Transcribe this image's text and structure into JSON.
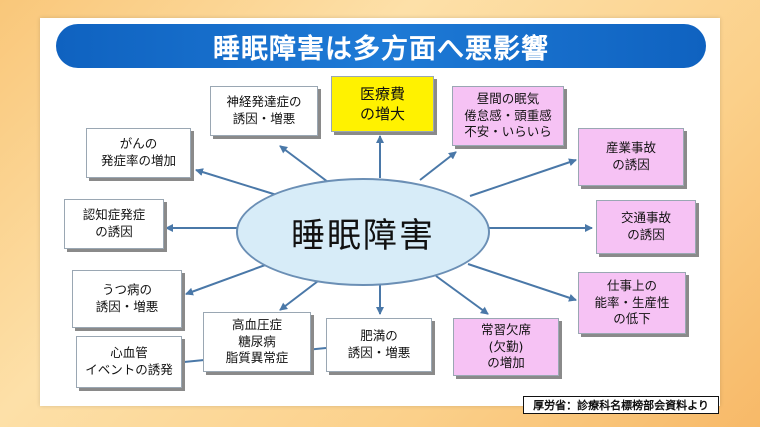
{
  "title": "睡眠障害は多方面へ悪影響",
  "center_label": "睡眠障害",
  "effects": {
    "medical_cost": "医療費\nの増大",
    "neuro": "神経発達症の\n誘因・増悪",
    "cancer": "がんの\n発症率の増加",
    "dementia": "認知症発症\nの誘因",
    "depression": "うつ病の\n誘因・増悪",
    "cardio": "心血管\nイベントの誘発",
    "metabolic": "高血圧症\n糖尿病\n脂質異常症",
    "obesity": "肥満の\n誘因・増悪",
    "absence": "常習欠席\n(欠勤)\nの増加",
    "productivity": "仕事上の\n能率・生産性\nの低下",
    "traffic": "交通事故\nの誘因",
    "industrial": "産業事故\nの誘因",
    "daytime": "昼間の眠気\n倦怠感・頭重感\n不安・いらいら"
  },
  "source": "厚労省：診療科名標榜部会資料より",
  "colors": {
    "title_bar": "#1e7ad6",
    "highlight_yellow": "#fff200",
    "highlight_pink": "#f6c2f4",
    "ellipse_fill": "#d7ecf8",
    "arrow": "#4a78a8"
  }
}
